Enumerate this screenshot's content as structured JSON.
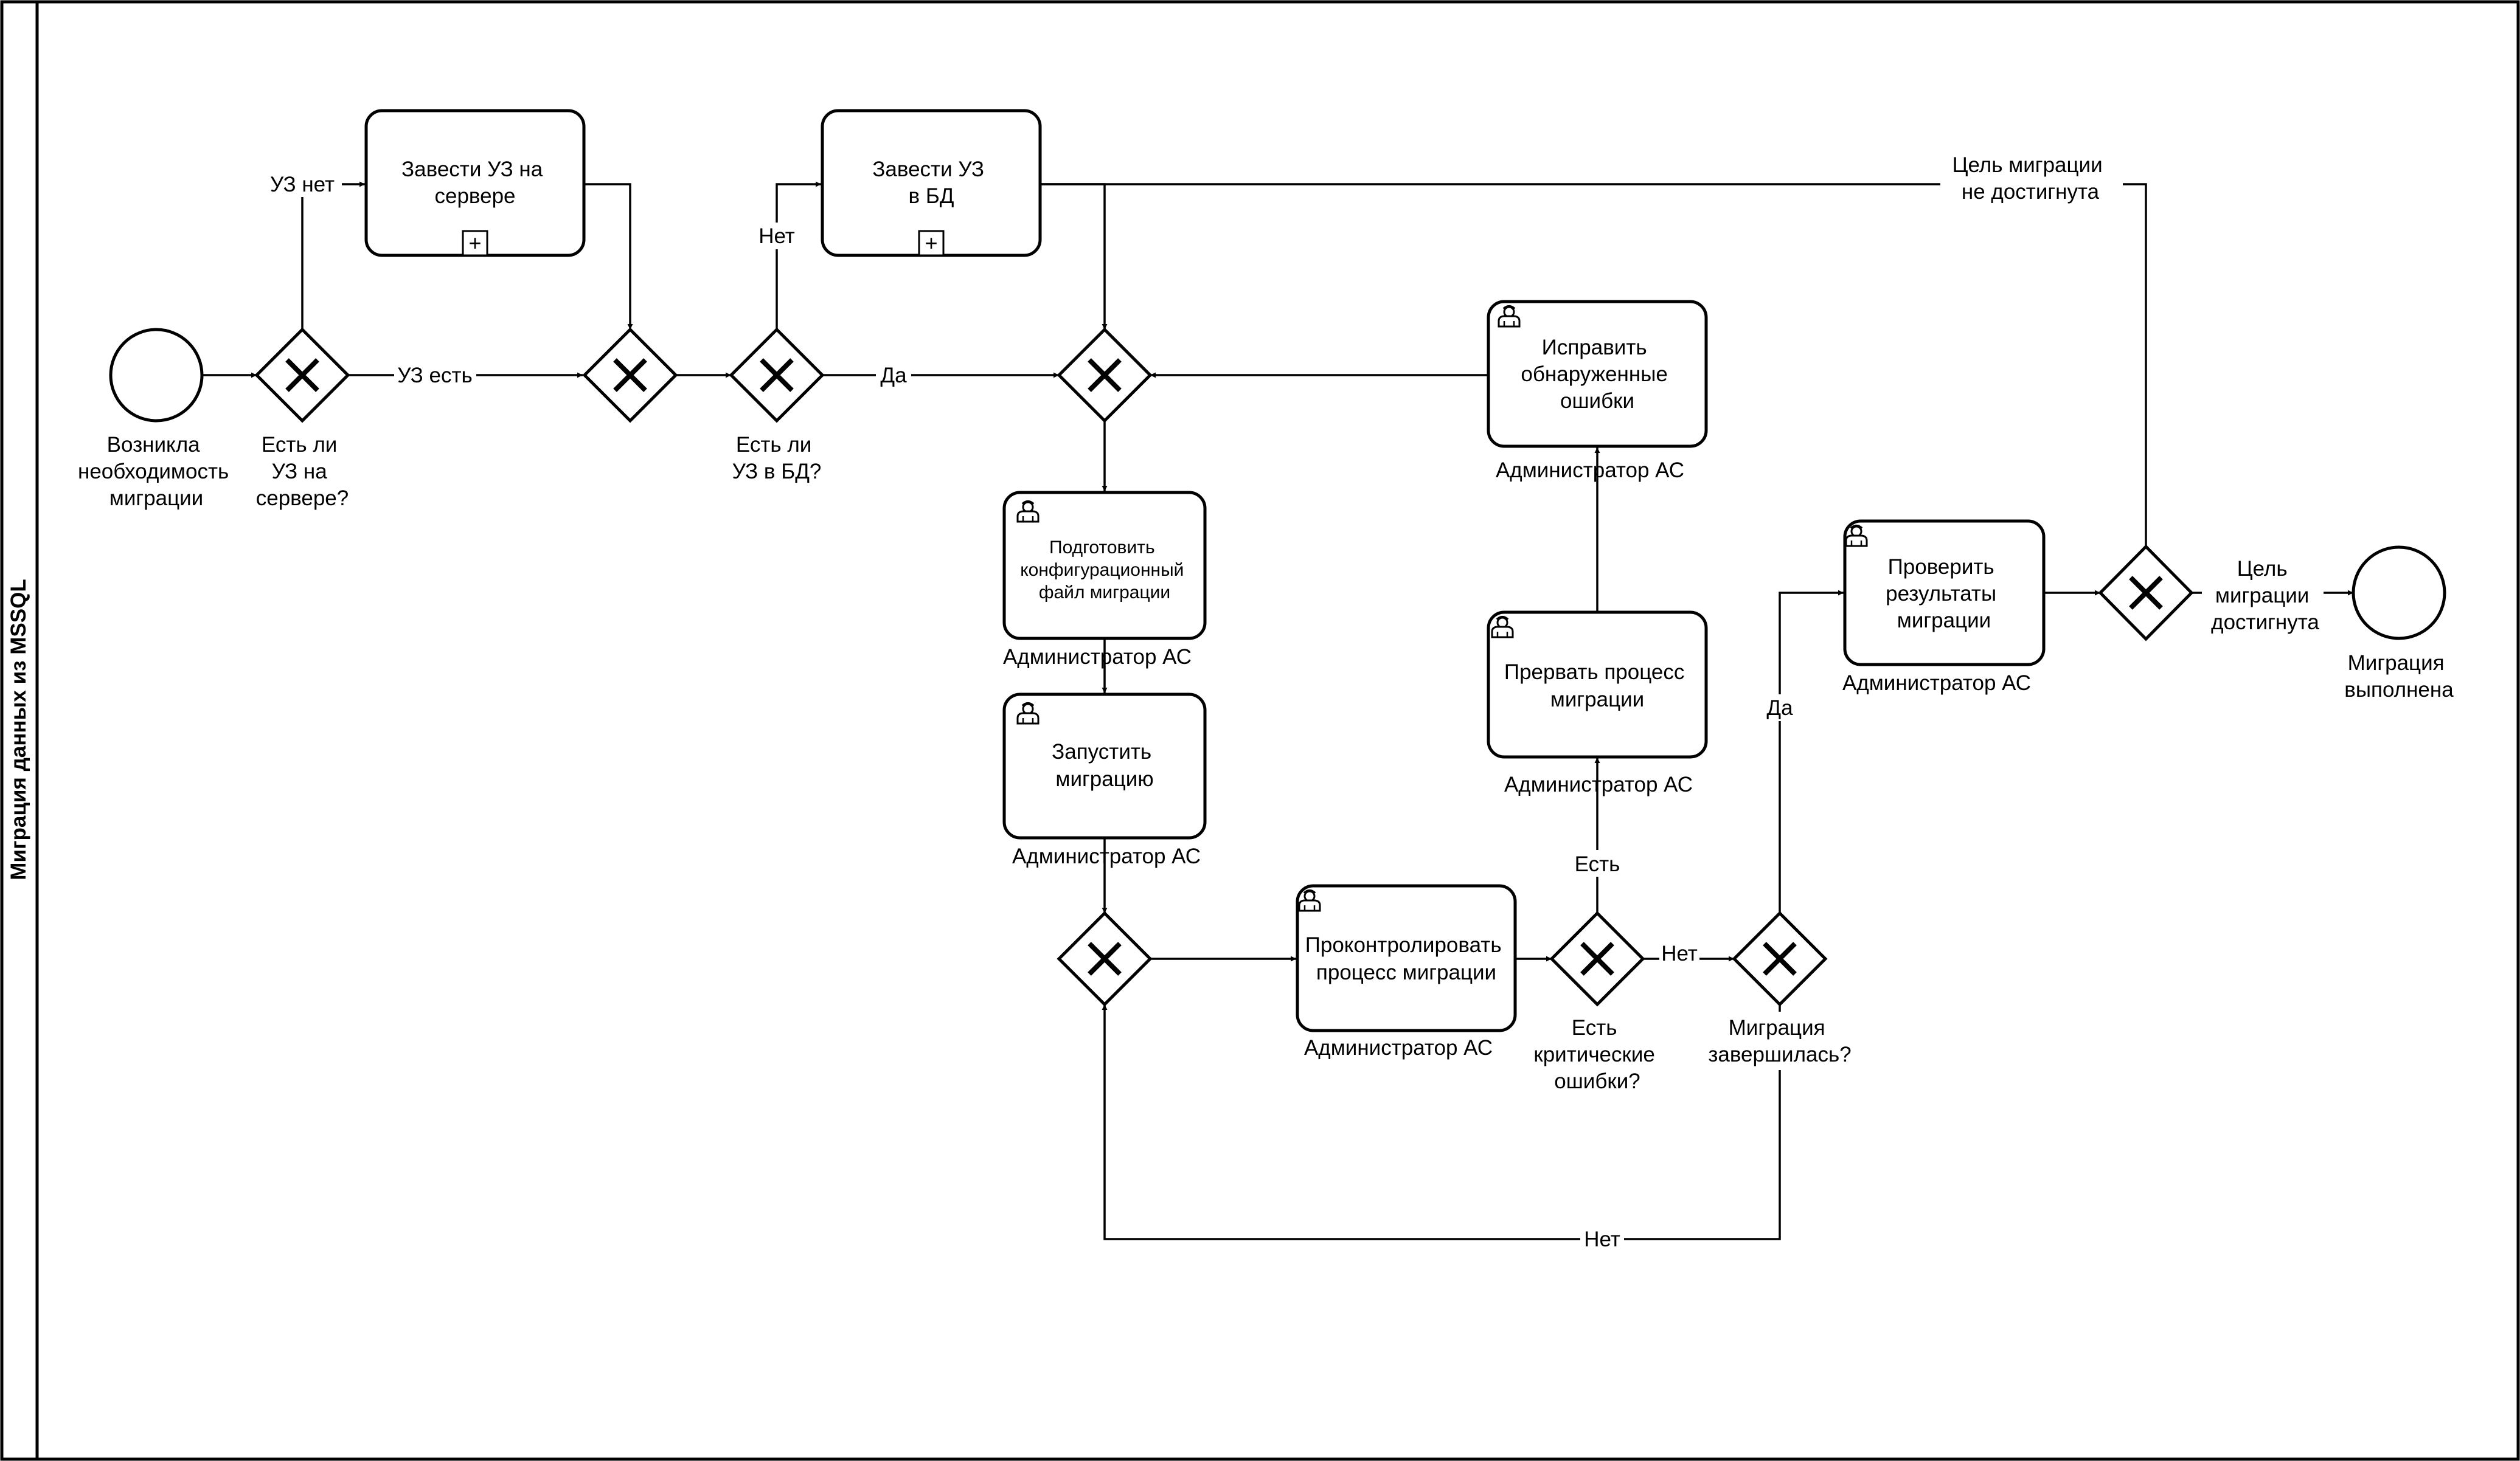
{
  "pool": {
    "title": "Миграция данных из MSSQL"
  },
  "events": {
    "start": {
      "label": [
        "Возникла",
        "необходимость",
        "миграции"
      ]
    },
    "end": {
      "label": [
        "Миграция",
        "выполнена"
      ]
    }
  },
  "gateways": {
    "account_on_server": {
      "label": [
        "Есть ли",
        "УЗ на",
        "сервере?"
      ]
    },
    "account_in_db": {
      "label": [
        "Есть ли",
        "УЗ в БД?"
      ]
    },
    "critical_errors": {
      "label": [
        "Есть",
        "критические",
        "ошибки?"
      ]
    },
    "migration_finished": {
      "label": [
        "Миграция",
        "завершилась?"
      ]
    }
  },
  "tasks": {
    "create_server_account": {
      "label": [
        "Завести УЗ на",
        "сервере"
      ]
    },
    "create_db_account": {
      "label": [
        "Завести УЗ",
        "в БД"
      ]
    },
    "prepare_config": {
      "label": [
        "Подготовить",
        "конфигурационный",
        "файл миграции"
      ],
      "role": "Администратор АС"
    },
    "start_migration": {
      "label": [
        "Запустить",
        "миграцию"
      ],
      "role": "Администратор АС"
    },
    "monitor_migration": {
      "label": [
        "Проконтролировать",
        "процесс миграции"
      ],
      "role": "Администратор АС"
    },
    "abort_migration": {
      "label": [
        "Прервать процесс",
        "миграции"
      ],
      "role": "Администратор АС"
    },
    "fix_errors": {
      "label": [
        "Исправить",
        "обнаруженные",
        "ошибки"
      ],
      "role": "Администратор АС"
    },
    "verify_results": {
      "label": [
        "Проверить",
        "результаты",
        "миграции"
      ],
      "role": "Администратор АС"
    }
  },
  "flows": {
    "no_server_account": "УЗ нет",
    "has_server_account": "УЗ есть",
    "no_db_account": "Нет",
    "has_db_account": "Да",
    "errors_found": "Есть",
    "no_critical_errors": "Нет",
    "finished_yes": "Да",
    "finished_no": "Нет",
    "goal_not_reached": [
      "Цель миграции",
      "не достигнута"
    ],
    "goal_reached": [
      "Цель",
      "миграции",
      "достигнута"
    ]
  },
  "markers": {
    "subprocess": "+"
  },
  "icons": {
    "performer": "user-icon",
    "gateway": "exclusive-x-icon"
  }
}
